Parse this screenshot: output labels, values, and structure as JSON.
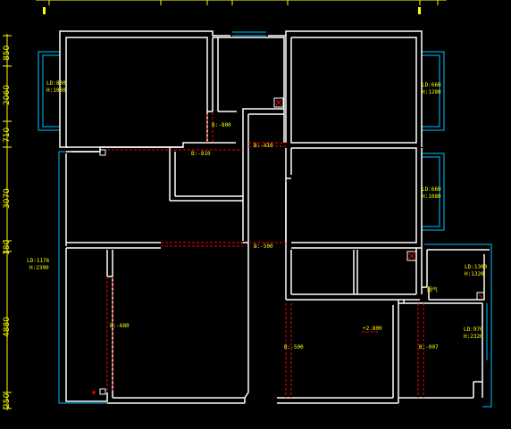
{
  "colors": {
    "background": "#000000",
    "wall": "#ffffff",
    "window": "#00bfff",
    "dim_line": "#ffff00",
    "beam": "#ff0000",
    "label": "#ffff00"
  },
  "dimensions": {
    "d1": "850",
    "d2": "2060",
    "d3": "710",
    "d4": "3070",
    "d5": "180",
    "d6": "4880",
    "d7": "250"
  },
  "labels": {
    "l1_a": "LD:830",
    "l1_b": "H:1080",
    "l2_a": "LD:660",
    "l2_b": "H:1280",
    "l3_a": "LD:660",
    "l3_b": "H:1080",
    "l4_a": "LD:1176",
    "l4_b": "H:2300",
    "l5_a": "LD:1300",
    "l5_b": "H:1320",
    "l6_a": "LD:970",
    "l6_b": "H:2320",
    "b1": "B:-800",
    "b2": "B:-810",
    "b3": "B:-500",
    "b4": "B:-410",
    "b5": "B:-500",
    "b6": "B:-680",
    "b7": "B:-500",
    "b8": "B:-007",
    "elev": "+2.800",
    "kitchen": "厨气"
  }
}
